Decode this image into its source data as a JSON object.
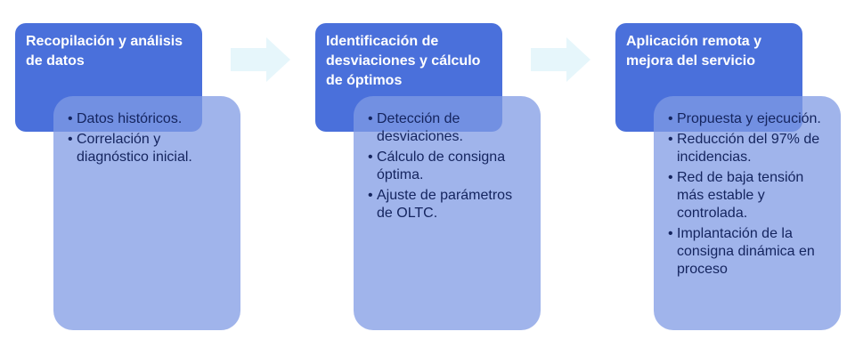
{
  "colors": {
    "header": "#4A70DB",
    "detail": "#9FB1EA",
    "arrow": "#E6F6FB",
    "text": "#14245E"
  },
  "steps": [
    {
      "title": "Recopilación y análisis de datos",
      "items": [
        "Datos históricos.",
        "Correlación y diagnóstico inicial."
      ]
    },
    {
      "title": "Identificación de desviaciones y cálculo de óptimos",
      "items": [
        "Detección de desviaciones.",
        "Cálculo de consigna óptima.",
        "Ajuste de parámetros de OLTC."
      ]
    },
    {
      "title": "Aplicación remota y mejora del servicio",
      "items": [
        "Propuesta y ejecución.",
        "Reducción del 97% de incidencias.",
        "Red de baja tensión más estable y controlada.",
        "Implantación de la consigna dinámica en proceso"
      ]
    }
  ]
}
